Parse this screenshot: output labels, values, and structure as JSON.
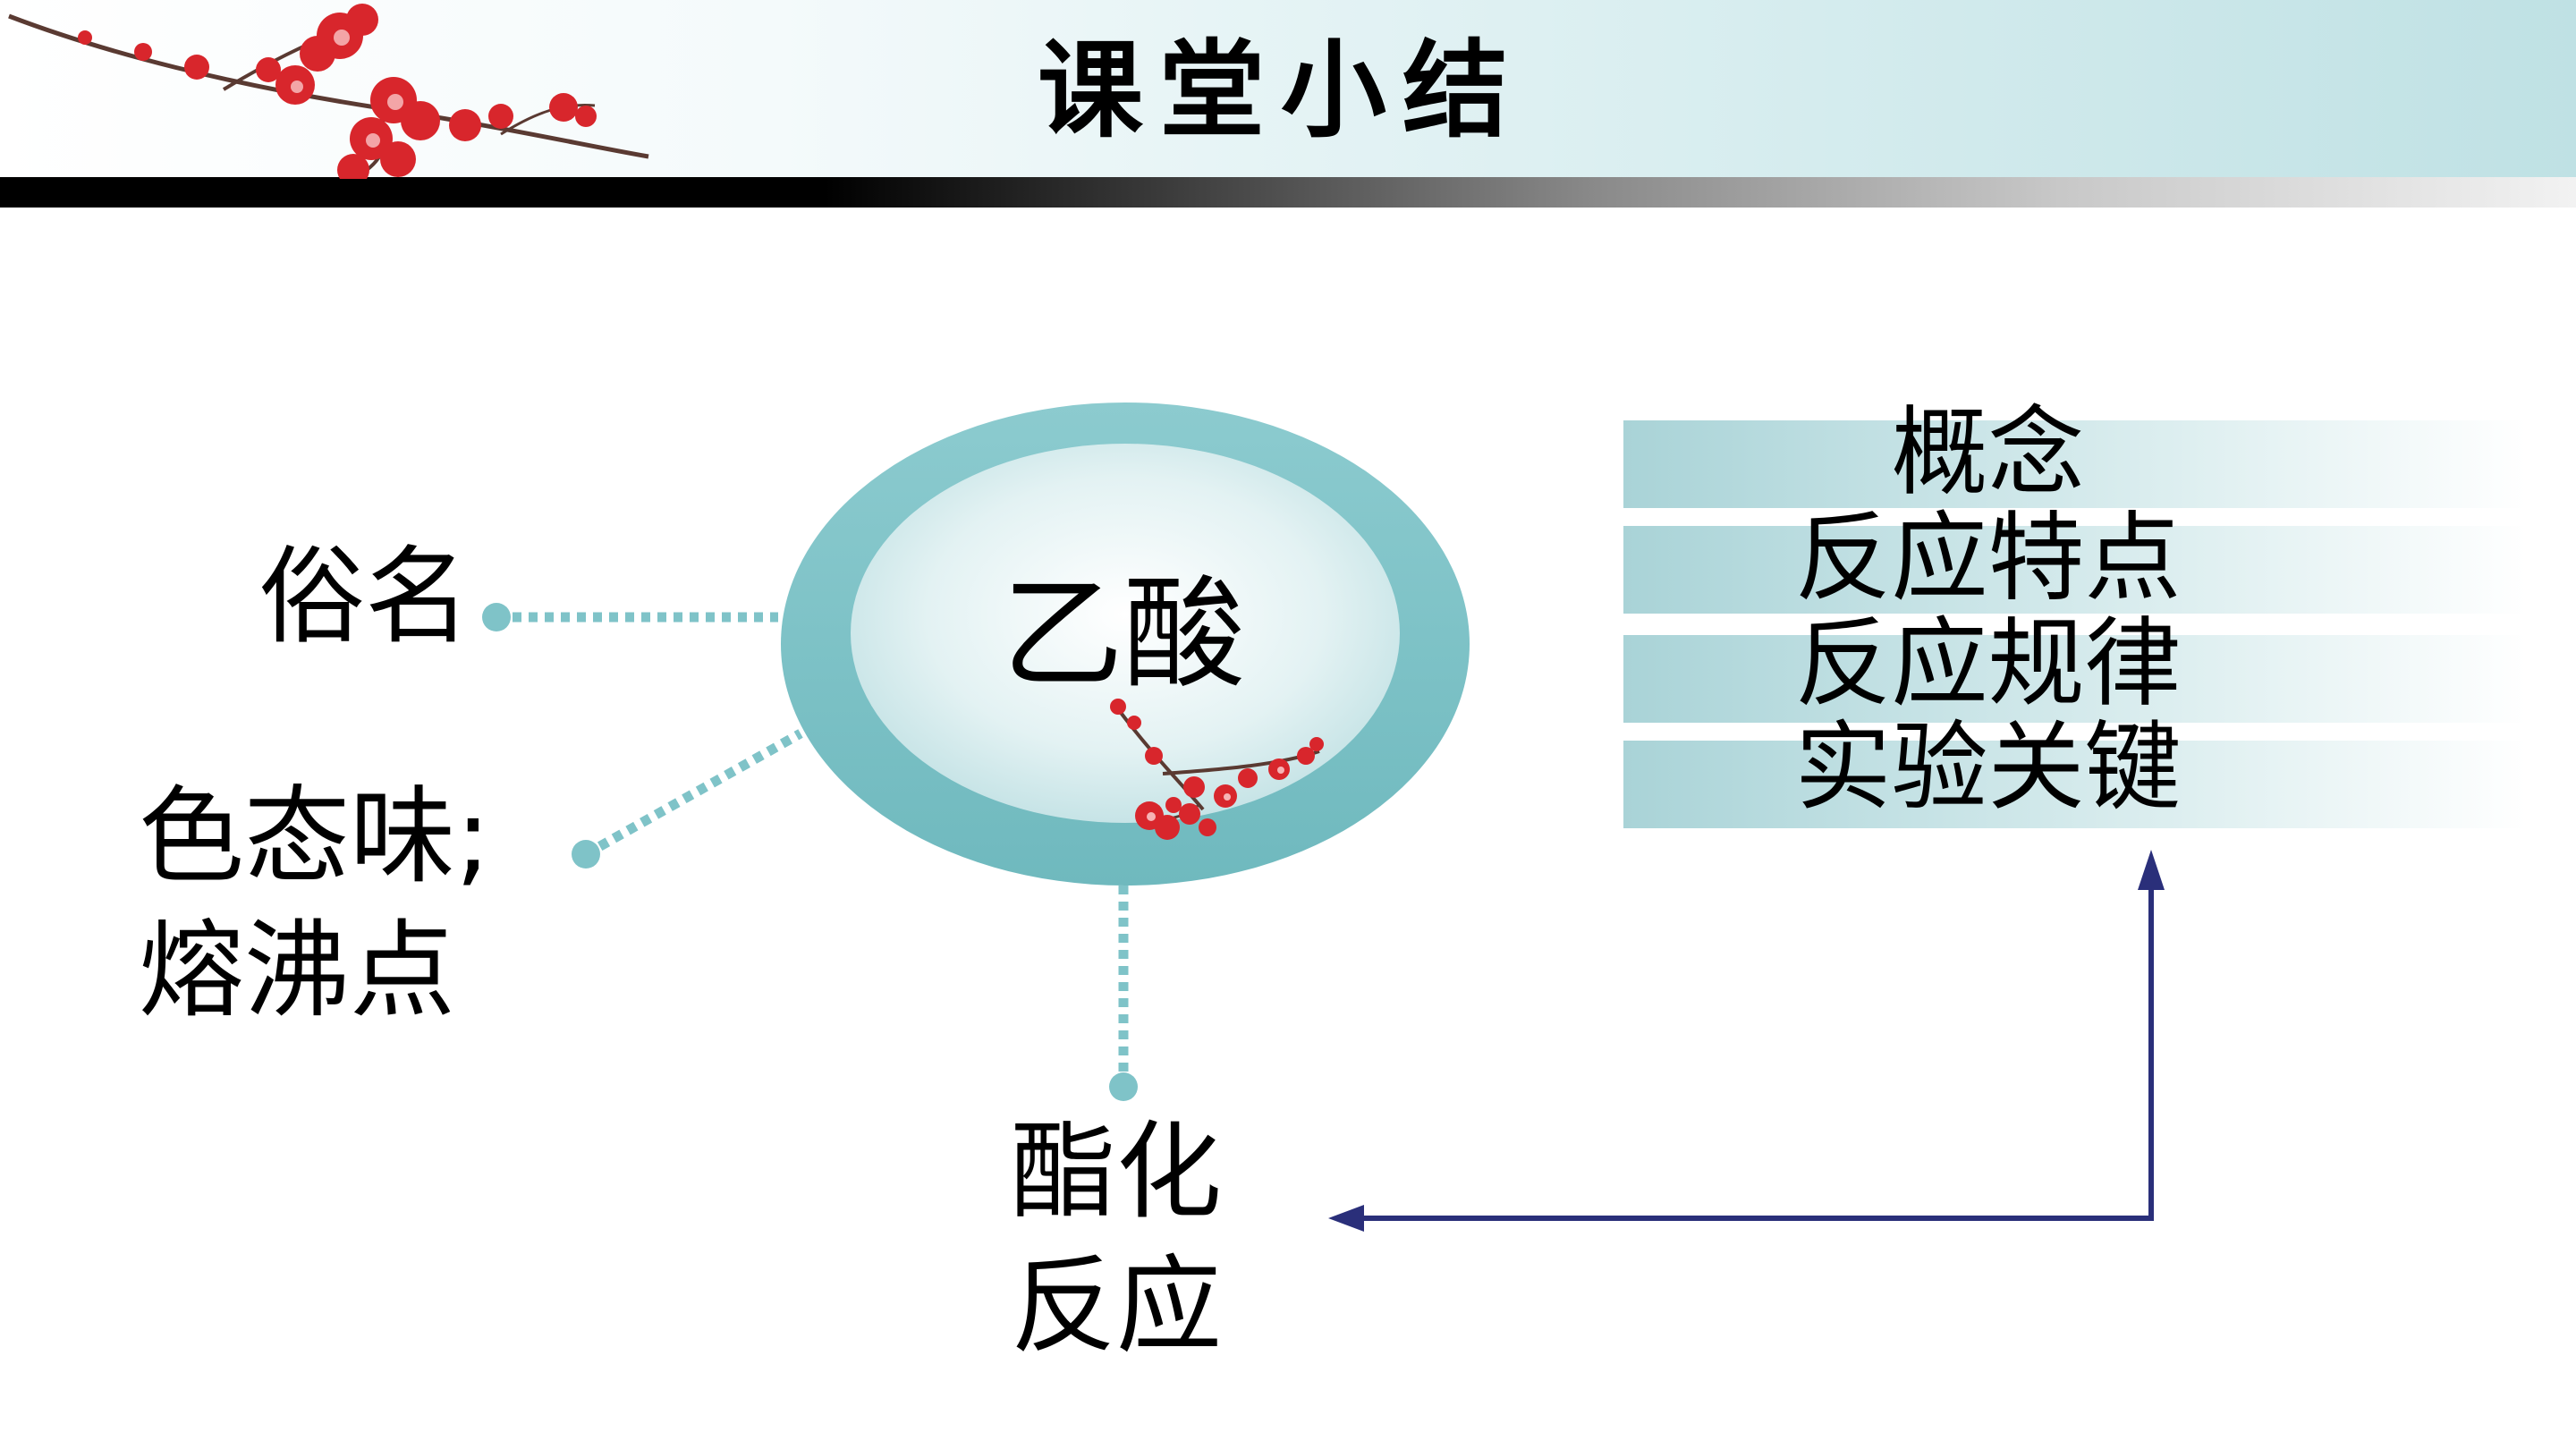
{
  "header": {
    "title": "课堂小结"
  },
  "diagram": {
    "center": "乙酸",
    "nickname": "俗名",
    "properties": [
      "色态味;",
      "熔沸点"
    ],
    "reaction": [
      "酯化",
      "反应"
    ],
    "topics": [
      "概念",
      "反应特点",
      "反应规律",
      "实验关键"
    ]
  },
  "colors": {
    "ellipse_outer": "#7fc3c8",
    "ellipse_inner": "#e3f2f3",
    "connector": "#7fc3c8",
    "arrow": "#2a2f7a",
    "blossom": "#d8262c"
  },
  "icons": [
    "plum-blossom-branch-icon"
  ]
}
